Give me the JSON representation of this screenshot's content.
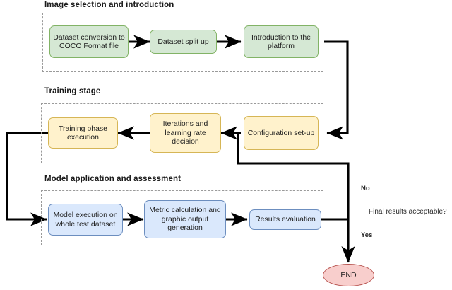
{
  "diagram": {
    "title_kind": "flowchart",
    "sections": [
      {
        "key": "image_selection",
        "title": "Image selection and introduction",
        "nodes": [
          {
            "key": "dataset_conversion",
            "label": "Dataset conversion to COCO Format file",
            "color": "green"
          },
          {
            "key": "dataset_split",
            "label": "Dataset split up",
            "color": "green"
          },
          {
            "key": "introduction",
            "label": "Introduction to the platform",
            "color": "green"
          }
        ]
      },
      {
        "key": "training_stage",
        "title": "Training stage",
        "nodes": [
          {
            "key": "training_phase",
            "label": "Training phase execution",
            "color": "yellow"
          },
          {
            "key": "iterations_lr",
            "label": "Iterations and learning rate decision",
            "color": "yellow"
          },
          {
            "key": "configuration",
            "label": "Configuration set-up",
            "color": "yellow"
          }
        ]
      },
      {
        "key": "model_application",
        "title": "Model application and assessment",
        "nodes": [
          {
            "key": "model_execution",
            "label": "Model execution on whole test dataset",
            "color": "blue"
          },
          {
            "key": "metric_calc",
            "label": "Metric calculation and graphic output generation",
            "color": "blue"
          },
          {
            "key": "results_eval",
            "label": "Results evaluation",
            "color": "blue"
          }
        ]
      }
    ],
    "decision": {
      "question": "Final results acceptable?",
      "branch_no": "No",
      "branch_yes": "Yes"
    },
    "terminator": {
      "label": "END"
    },
    "colors": {
      "green_fill": "#d5e8d4",
      "green_stroke": "#82b366",
      "yellow_fill": "#fff2cc",
      "yellow_stroke": "#d6b656",
      "blue_fill": "#dae8fc",
      "blue_stroke": "#6c8ebf",
      "terminator_fill": "#f8cecc",
      "terminator_stroke": "#b85450",
      "connector": "#000000",
      "section_border": "#9a9a9a"
    }
  }
}
